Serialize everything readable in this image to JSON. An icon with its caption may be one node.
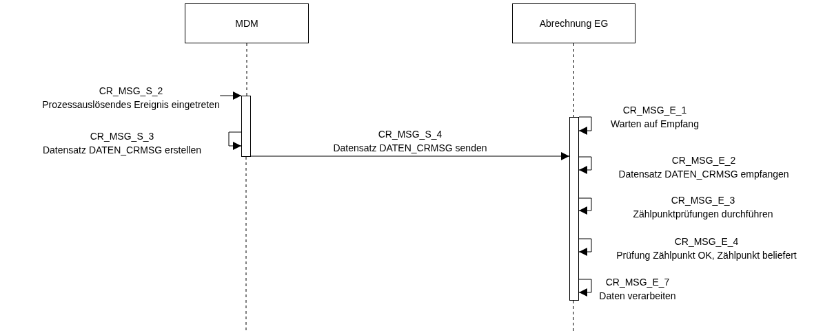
{
  "diagram": {
    "nodes": [
      {
        "text": [
          "MDM"
        ]
      },
      {
        "text": [
          "Abrechnung EG"
        ]
      },
      {
        "text": [],
        "shape": "bar"
      },
      {
        "text": [],
        "shape": "bar"
      }
    ],
    "edges": [
      {
        "from": 0,
        "to": 2,
        "arrow": "none",
        "style": "dashed"
      },
      {
        "from": 1,
        "to": 3,
        "arrow": "none",
        "style": "dashed"
      },
      {
        "from": null,
        "to": 2,
        "arrow": "to",
        "label": "CR_MSG_S_2 Prozessauslösendes Ereignis eingetreten"
      },
      {
        "from": 2,
        "to": 2,
        "arrow": "to",
        "label": "CR_MSG_S_3 Datensatz DATEN_CRMSG erstellen"
      },
      {
        "from": 2,
        "to": 3,
        "arrow": "to",
        "label": "CR_MSG_S_4 Datensatz DATEN_CRMSG senden"
      },
      {
        "from": 3,
        "to": 3,
        "arrow": "to",
        "label": "CR_MSG_E_1 Warten auf Empfang"
      },
      {
        "from": 3,
        "to": 3,
        "arrow": "to",
        "label": "CR_MSG_E_2 Datensatz DATEN_CRMSG empfangen"
      },
      {
        "from": 3,
        "to": 3,
        "arrow": "to",
        "label": "CR_MSG_E_3 Zählpunktprüfungen durchführen"
      },
      {
        "from": 3,
        "to": 3,
        "arrow": "to",
        "label": "CR_MSG_E_4 Prüfung Zählpunkt OK, Zählpunkt beliefert"
      },
      {
        "from": 3,
        "to": 3,
        "arrow": "to",
        "label": "CR_MSG_E_7 Daten verarbeiten"
      }
    ]
  }
}
